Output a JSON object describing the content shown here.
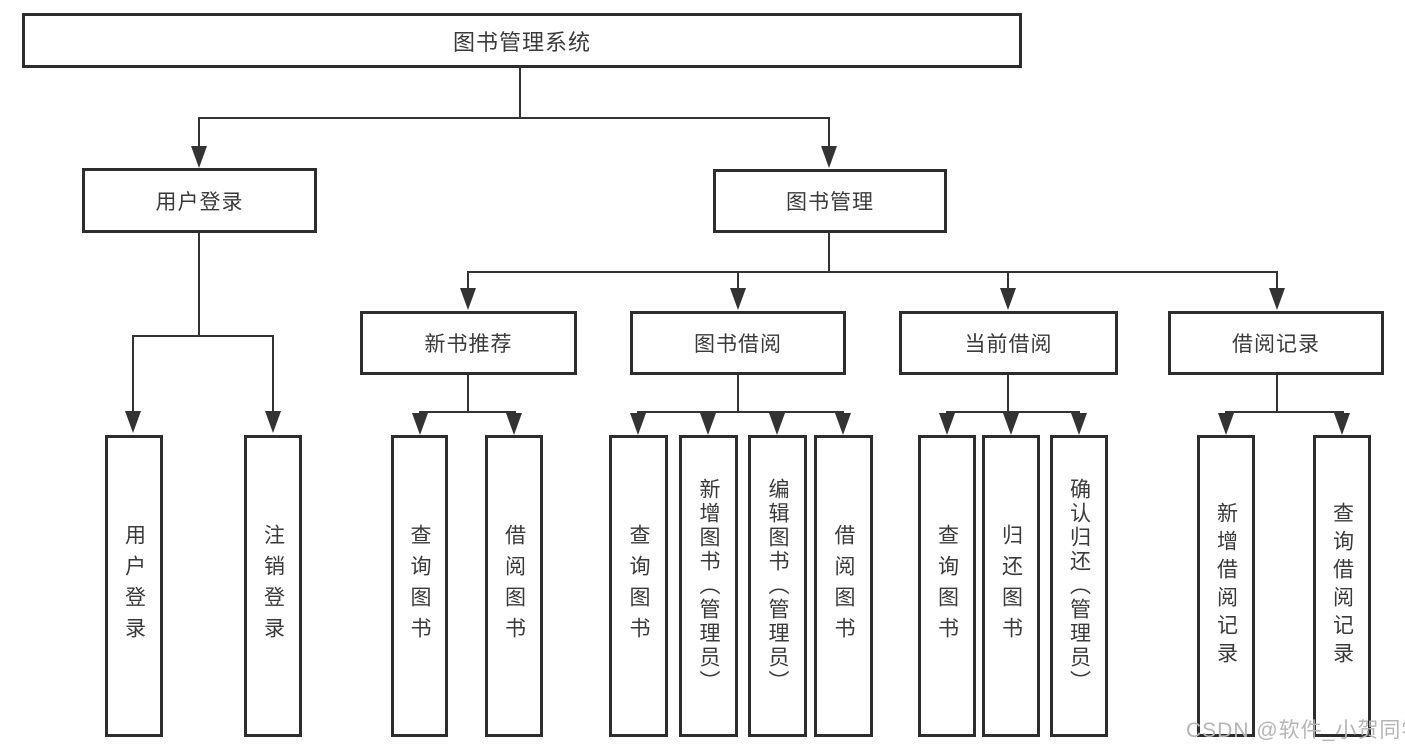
{
  "colors": {
    "background": "#ffffff",
    "box_border": "#2d2d2d",
    "connector_line": "#333333",
    "text": "#3a3a3a",
    "watermark_text": "#b5b5b5"
  },
  "tree": {
    "root": {
      "label": "图书管理系统"
    },
    "branches": [
      {
        "label": "用户登录",
        "children": [
          {
            "label": "用户登录"
          },
          {
            "label": "注销登录"
          }
        ]
      },
      {
        "label": "图书管理",
        "children": [
          {
            "label": "新书推荐",
            "children": [
              {
                "label": "查询图书"
              },
              {
                "label": "借阅图书"
              }
            ]
          },
          {
            "label": "图书借阅",
            "children": [
              {
                "label": "查询图书"
              },
              {
                "label": "新增图书（管理员）"
              },
              {
                "label": "编辑图书（管理员）"
              },
              {
                "label": "借阅图书"
              }
            ]
          },
          {
            "label": "当前借阅",
            "children": [
              {
                "label": "查询图书"
              },
              {
                "label": "归还图书"
              },
              {
                "label": "确认归还（管理员）"
              }
            ]
          },
          {
            "label": "借阅记录",
            "children": [
              {
                "label": "新增借阅记录"
              },
              {
                "label": "查询借阅记录"
              }
            ]
          }
        ]
      }
    ]
  },
  "watermark": {
    "label": "CSDN @软件_小贺同学"
  }
}
